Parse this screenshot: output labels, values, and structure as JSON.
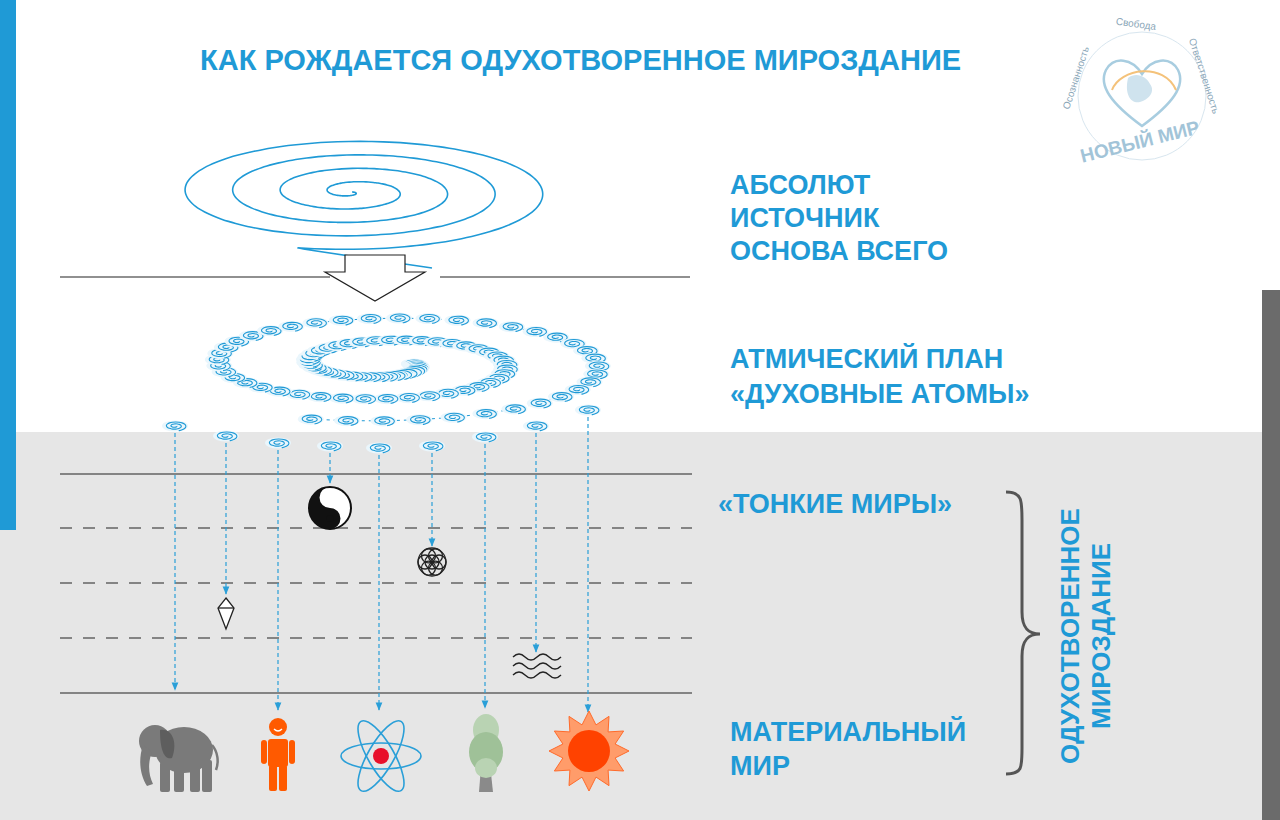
{
  "diagram": {
    "title": "КАК РОЖДАЕТСЯ ОДУХОТВОРЕННОЕ МИРОЗДАНИЕ",
    "labels": [
      "АБСОЛЮТ",
      "ИСТОЧНИК",
      "ОСНОВА ВСЕГО",
      "АТМИЧЕСКИЙ ПЛАН",
      "«ДУХОВНЫЕ АТОМЫ»",
      "«ТОНКИЕ МИРЫ»",
      "МАТЕРИАЛЬНЫЙ",
      "МИР",
      "ОДУХОТВОРЕННОЕ",
      "МИРОЗДАНИЕ",
      "Осознанность",
      "Свобода",
      "Ответственность",
      "НОВЫЙ МИР"
    ]
  }
}
